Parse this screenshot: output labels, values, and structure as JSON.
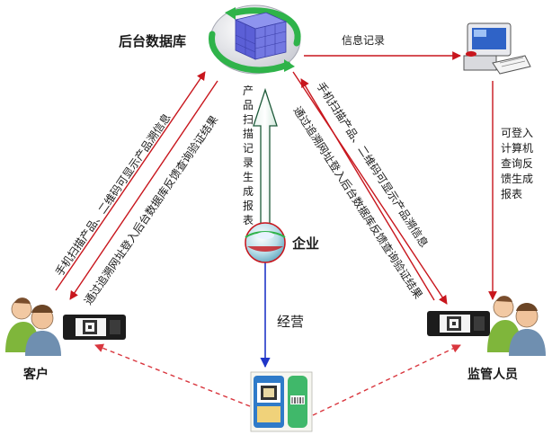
{
  "nodes": {
    "database": {
      "label": "后台数据库"
    },
    "computer": {
      "label": ""
    },
    "enterprise": {
      "label": "企业"
    },
    "customer": {
      "label": "客户"
    },
    "regulator": {
      "label": "监管人员"
    },
    "product": {
      "label": ""
    }
  },
  "edges": {
    "db_to_computer": "信息记录",
    "computer_to_regulator": [
      "可登入",
      "计算机",
      "查询反",
      "馈生成",
      "报表"
    ],
    "customer_scan": "手机扫描产品、二维码可显示产品溯信息",
    "customer_query": "通过追溯网址登入后台数据库反馈查询验证结果",
    "enterprise_record": [
      "产",
      "品",
      "扫",
      "描",
      "记",
      "录",
      "生",
      "成",
      "报",
      "表"
    ],
    "regulator_scan": "手机扫描产品、二维码可显示产品溯信息",
    "regulator_query": "通过追溯网址登入后台数据库反馈查询验证结果",
    "operate": "经营"
  },
  "colors": {
    "edge_red": "#c8161d",
    "edge_blue": "#1f35c8",
    "cube": "#5b5fd6",
    "ring": "#2fb34a"
  },
  "icons": {
    "database": "database-cube-icon",
    "computer": "desktop-computer-icon",
    "enterprise": "globe-bowl-icon",
    "customer": "people-icon",
    "regulator": "people-icon",
    "product": "product-barcode-icon",
    "phone": "phone-qr-icon"
  }
}
